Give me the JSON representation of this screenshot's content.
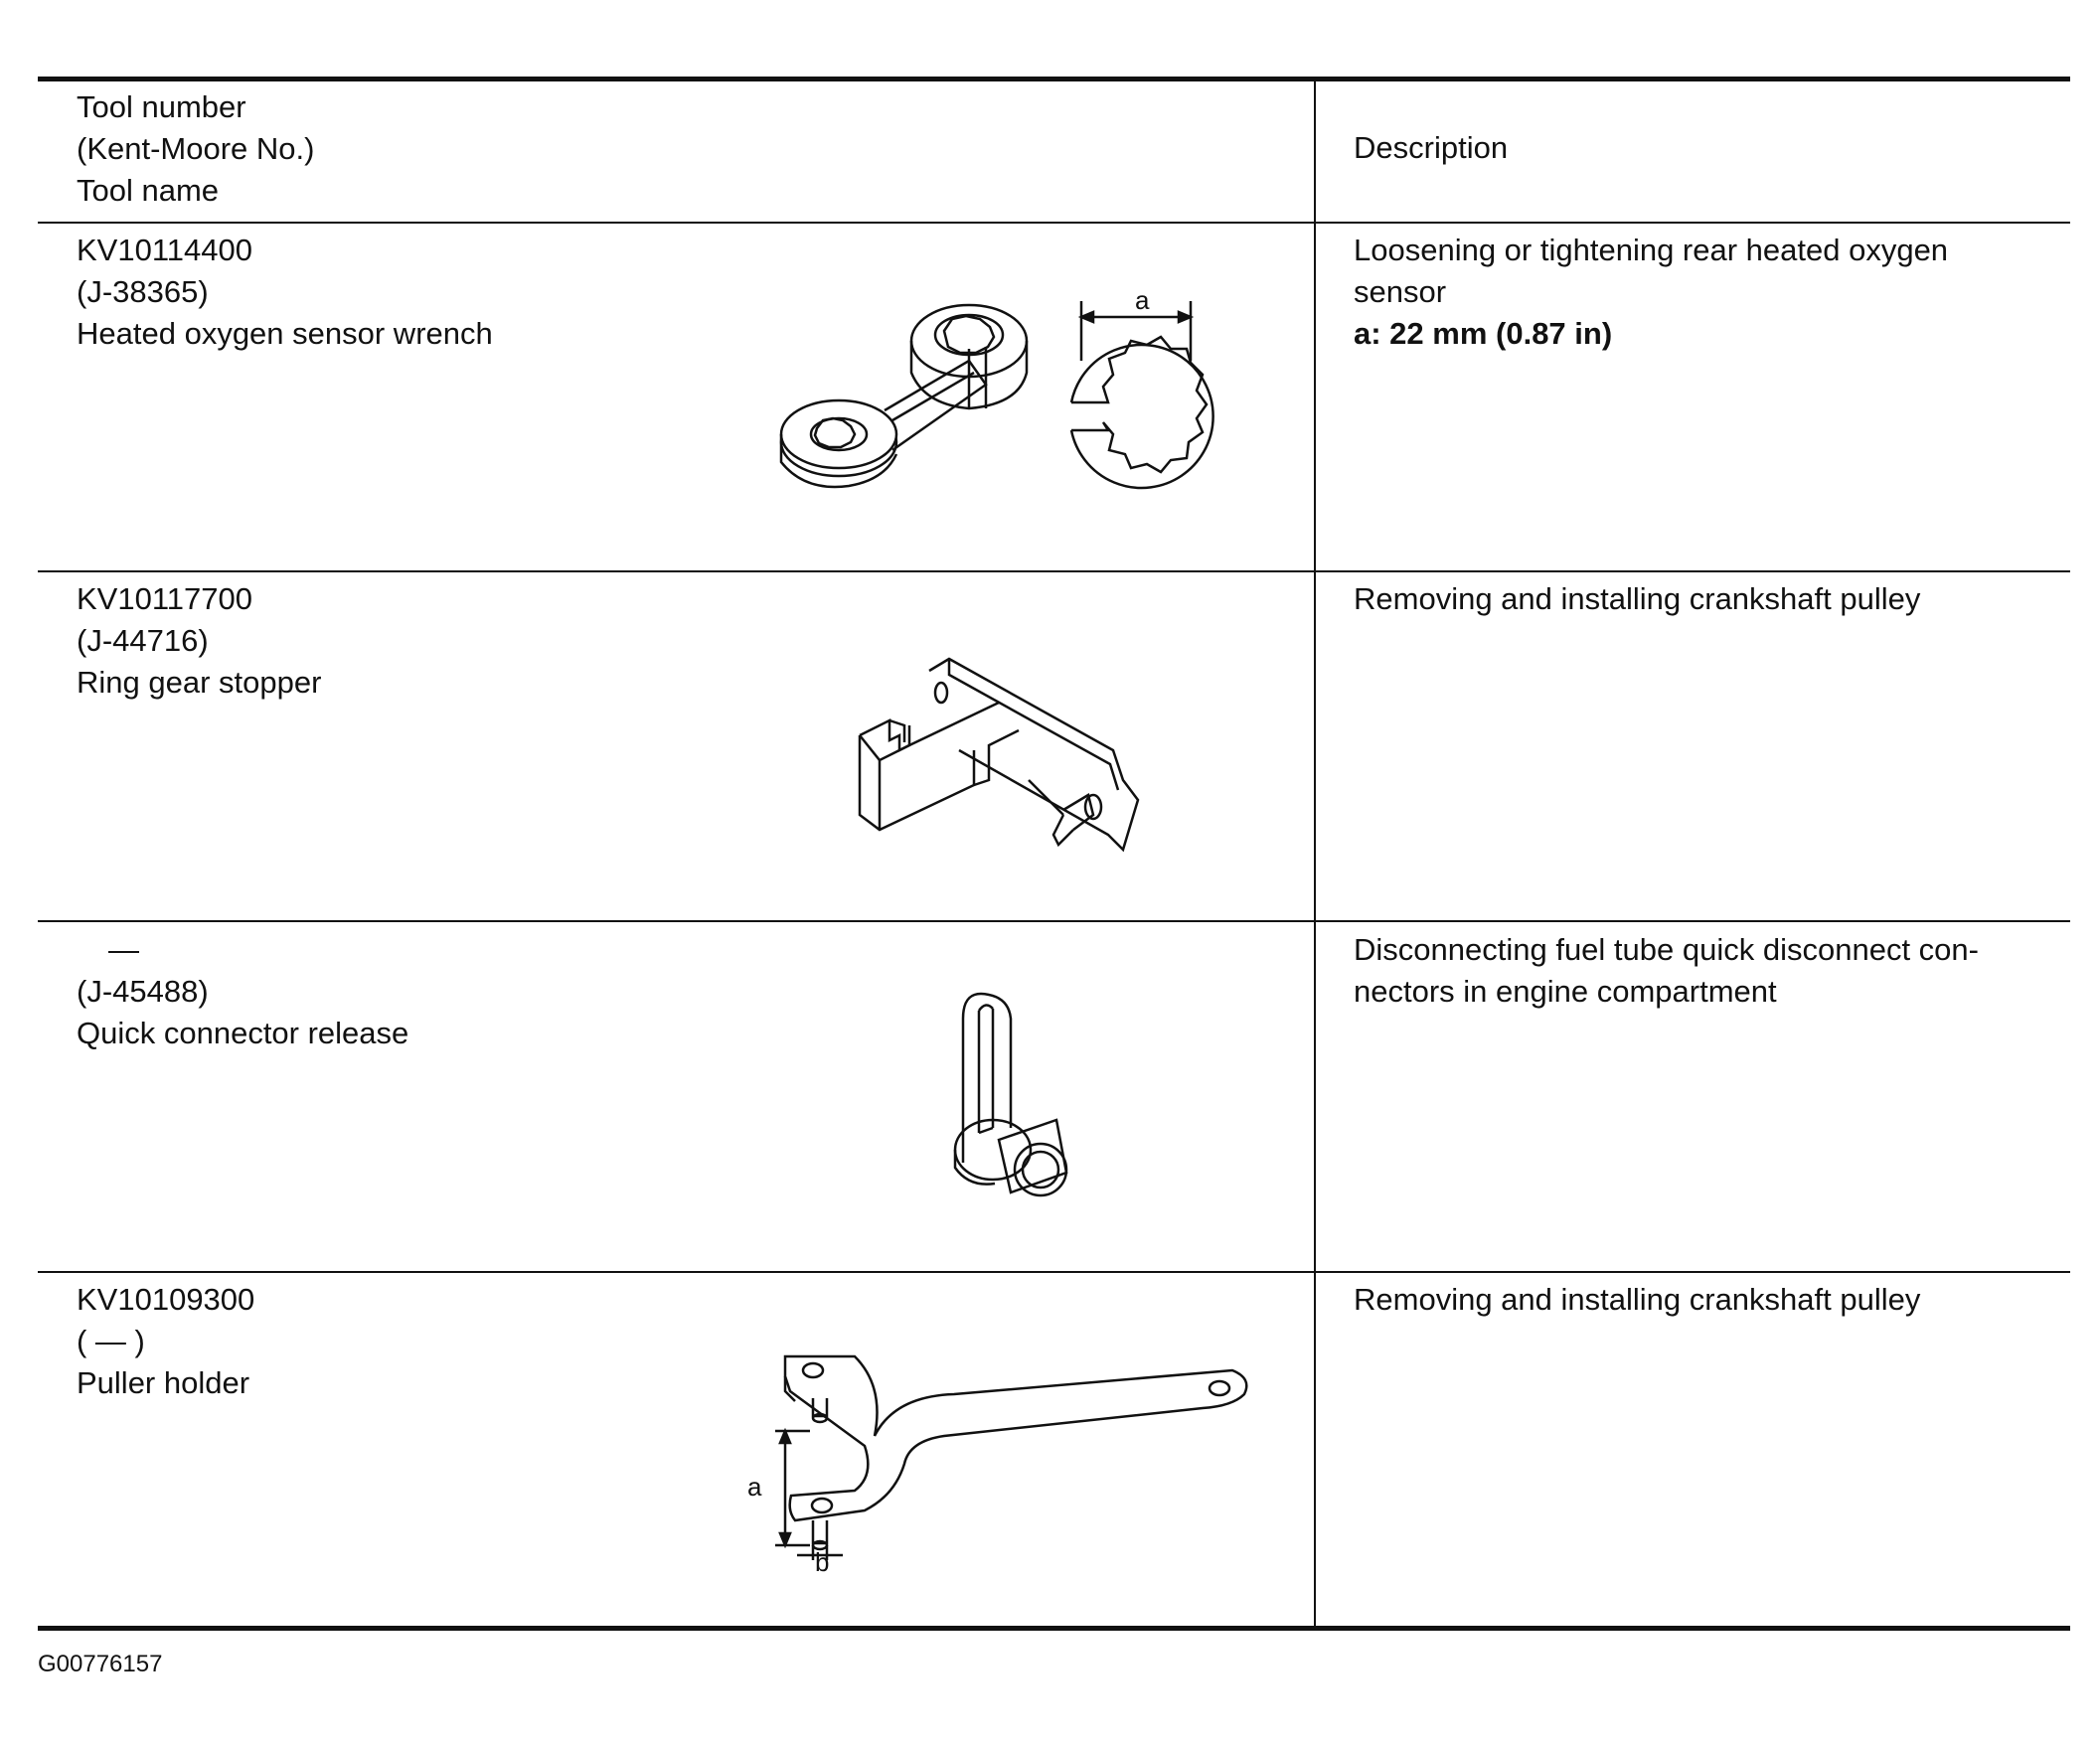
{
  "header": {
    "col1_line1": "Tool number",
    "col1_line2": "(Kent-Moore No.)",
    "col1_line3": "Tool name",
    "col2": "Description"
  },
  "rows": [
    {
      "tool_number": "KV10114400",
      "kent_moore": "(J-38365)",
      "tool_name": "Heated oxygen sensor wrench",
      "description_line1": "Loosening or tightening rear heated oxygen",
      "description_line2": "sensor",
      "spec": "a: 22 mm (0.87 in)",
      "dimension_label_a": "a"
    },
    {
      "tool_number": "KV10117700",
      "kent_moore": "(J-44716)",
      "tool_name": "Ring gear stopper",
      "description_line1": "Removing and installing crankshaft pulley"
    },
    {
      "tool_number": "—",
      "kent_moore": "(J-45488)",
      "tool_name": "Quick connector release",
      "description_line1": "Disconnecting fuel tube quick disconnect con-",
      "description_line2": "nectors in engine compartment"
    },
    {
      "tool_number": "KV10109300",
      "kent_moore": "(  —  )",
      "tool_name": "Puller holder",
      "description_line1": "Removing and installing crankshaft pulley",
      "dimension_label_a": "a",
      "dimension_label_b": "b"
    }
  ],
  "footer": {
    "figure_id": "G00776157"
  }
}
